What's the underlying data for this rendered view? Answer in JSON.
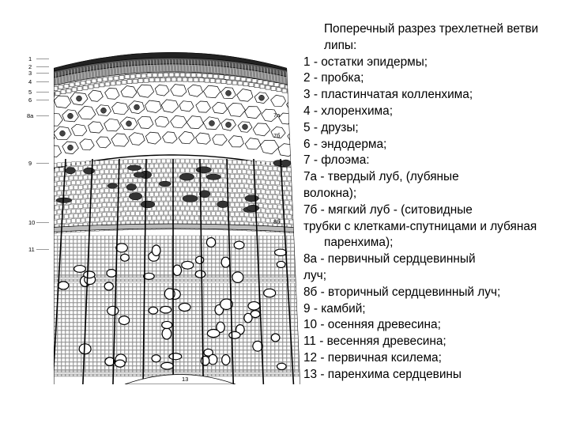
{
  "title": "Поперечный разрез трехлетней ветви липы:",
  "legend": [
    {
      "text": "1 - остатки эпидермы;"
    },
    {
      "text": "2 - пробка;"
    },
    {
      "text": "3 - пластинчатая колленхима;"
    },
    {
      "text": "4 - хлоренхима;"
    },
    {
      "text": "5 - друзы;"
    },
    {
      "text": "6 - эндодерма;"
    },
    {
      "text": "7 - флоэма:"
    },
    {
      "text": "7а - твердый луб, (лубяные",
      "cont": "волокна);"
    },
    {
      "text": "7б - мягкий луб - (ситовидные",
      "cont": "трубки с клетками-спутницами и лубяная паренхима);"
    },
    {
      "text": "8а - первичный сердцевинный",
      "cont": "луч;"
    },
    {
      "text": "8б - вторичный сердцевинный луч;"
    },
    {
      "text": "9 - камбий;"
    },
    {
      "text": "10 - осенняя древесина;"
    },
    {
      "text": "11 - весенняя древесина;"
    },
    {
      "text": "12 - первичная ксилема;"
    },
    {
      "text": "13 - паренхима сердцевины"
    }
  ],
  "diagram_labels": {
    "left": [
      "1",
      "2",
      "3",
      "4",
      "5",
      "6",
      "8а",
      "9",
      "10",
      "11"
    ],
    "right": [
      "7а",
      "7б",
      "8б"
    ],
    "bottom": "13"
  }
}
